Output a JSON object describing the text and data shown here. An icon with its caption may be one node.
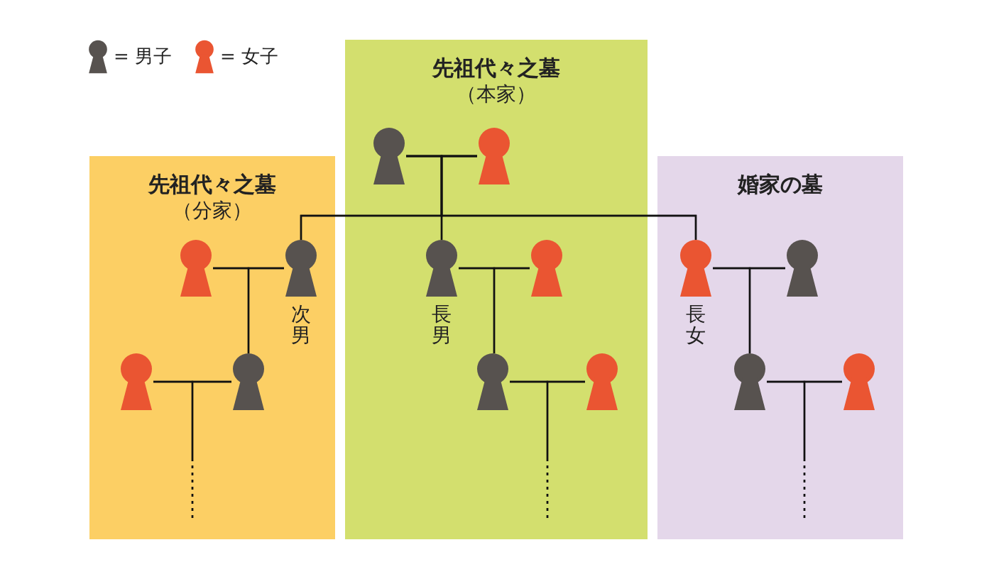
{
  "diagram": {
    "nodes": [
      {
        "text": [
          "先祖代々之墓",
          "（本家）"
        ]
      },
      {
        "text": [
          "先祖代々之墓",
          "（分家）"
        ]
      },
      {
        "text": [
          "婚家の墓"
        ]
      },
      {
        "text": [],
        "shape": "person",
        "in": 0
      },
      {
        "text": [],
        "shape": "person",
        "in": 0
      },
      {
        "text": [],
        "shape": "person",
        "in": 1
      },
      {
        "text": [],
        "shape": "person",
        "in": 1,
        "beside": [
          "次男"
        ]
      },
      {
        "text": [],
        "shape": "person",
        "in": 0,
        "beside": [
          "長男"
        ]
      },
      {
        "text": [],
        "shape": "person",
        "in": 0
      },
      {
        "text": [],
        "shape": "person",
        "in": 2,
        "beside": [
          "長女"
        ]
      },
      {
        "text": [],
        "shape": "person",
        "in": 2
      },
      {
        "text": [],
        "shape": "person",
        "in": 1
      },
      {
        "text": [],
        "shape": "person",
        "in": 1
      },
      {
        "text": [],
        "shape": "person",
        "in": 0
      },
      {
        "text": [],
        "shape": "person",
        "in": 0
      },
      {
        "text": [],
        "shape": "person",
        "in": 2
      },
      {
        "text": [],
        "shape": "person",
        "in": 2
      }
    ],
    "edges": [
      {
        "from": 3,
        "to": 4,
        "arrow": "none"
      },
      {
        "from": 3,
        "to": 6,
        "arrow": "none"
      },
      {
        "from": 4,
        "to": 6,
        "arrow": "none"
      },
      {
        "from": 3,
        "to": 7,
        "arrow": "none"
      },
      {
        "from": 4,
        "to": 7,
        "arrow": "none"
      },
      {
        "from": 3,
        "to": 9,
        "arrow": "none"
      },
      {
        "from": 4,
        "to": 9,
        "arrow": "none"
      },
      {
        "from": 5,
        "to": 6,
        "arrow": "none"
      },
      {
        "from": 5,
        "to": 12,
        "arrow": "none"
      },
      {
        "from": 6,
        "to": 12,
        "arrow": "none"
      },
      {
        "from": 7,
        "to": 8,
        "arrow": "none"
      },
      {
        "from": 7,
        "to": 13,
        "arrow": "none"
      },
      {
        "from": 8,
        "to": 13,
        "arrow": "none"
      },
      {
        "from": 9,
        "to": 10,
        "arrow": "none"
      },
      {
        "from": 9,
        "to": 15,
        "arrow": "none"
      },
      {
        "from": 10,
        "to": 15,
        "arrow": "none"
      },
      {
        "from": 11,
        "to": 12,
        "arrow": "none"
      },
      {
        "from": 11,
        "to": null,
        "arrow": "none",
        "style": "dashed"
      },
      {
        "from": 12,
        "to": null,
        "arrow": "none",
        "style": "dashed"
      },
      {
        "from": 13,
        "to": 14,
        "arrow": "none"
      },
      {
        "from": 13,
        "to": null,
        "arrow": "none",
        "style": "dashed"
      },
      {
        "from": 14,
        "to": null,
        "arrow": "none",
        "style": "dashed"
      },
      {
        "from": 15,
        "to": 16,
        "arrow": "none"
      },
      {
        "from": 15,
        "to": null,
        "arrow": "none",
        "style": "dashed"
      },
      {
        "from": 16,
        "to": null,
        "arrow": "none",
        "style": "dashed"
      }
    ],
    "legend": [
      {
        "text": "= 男子",
        "color": "#57524f"
      },
      {
        "text": "= 女子",
        "color": "#ea5532"
      }
    ]
  }
}
